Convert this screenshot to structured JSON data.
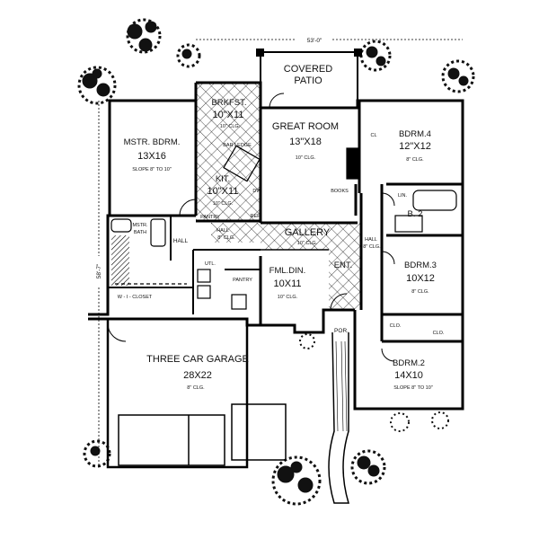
{
  "dimensions": {
    "width": "53'-0\"",
    "depth": "58'-7\""
  },
  "rooms": {
    "covered_patio": {
      "name1": "COVERED",
      "name2": "PATIO"
    },
    "brkfst": {
      "name": "BRKFST.",
      "size": "10\"X11",
      "ceiling": "10\" CLG."
    },
    "great_room": {
      "name": "GREAT ROOM",
      "size": "13\"X18",
      "ceiling": "10\" CLG."
    },
    "mstr_bdrm": {
      "name": "MSTR. BDRM.",
      "size": "13X16",
      "ceiling": "SLOPE 8\" TO 10\""
    },
    "kit": {
      "name": "KIT.",
      "size": "10\"X11",
      "ceiling": "10\" CLG."
    },
    "bdrm4": {
      "name": "BDRM.4",
      "size": "12\"X12",
      "ceiling": "8\" CLG."
    },
    "bdrm3": {
      "name": "BDRM.3",
      "size": "10X12",
      "ceiling": "8\" CLG."
    },
    "bdrm2": {
      "name": "BDRM.2",
      "size": "14X10",
      "ceiling": "SLOPE 8\" TO 10\""
    },
    "fml_din": {
      "name": "FML.DIN.",
      "size": "10X11",
      "ceiling": "10\" CLG."
    },
    "gallery": {
      "name": "GALLERY",
      "ceiling": "10\" CLG."
    },
    "garage": {
      "name": "THREE CAR GARAGE",
      "size": "28X22",
      "ceiling": "8\" CLG."
    }
  },
  "small_labels": {
    "bar_ledge": "BAR LEDGE",
    "mstr_bath1": "MSTR.",
    "mstr_bath2": "BATH",
    "hall_left": "HALL",
    "hall_center": "HALL",
    "hall_center_clg": "8\" CLG.",
    "hall_right": "HALL",
    "hall_right_clg": "8\" CLG.",
    "pantry_kit": "PANTRY",
    "pantry": "PANTRY",
    "ref": "REF",
    "dw": "DW",
    "utl": "UTL.",
    "w_closet": "W - I - CLOSET",
    "books": "BOOKS",
    "lin": "LIN.",
    "b2": "B. 2",
    "clo_bdrm4": "CL",
    "clo_bdrm3": "CLO.",
    "clo_bdrm2": "CLO.",
    "ent": "ENT.",
    "por": "POR."
  }
}
